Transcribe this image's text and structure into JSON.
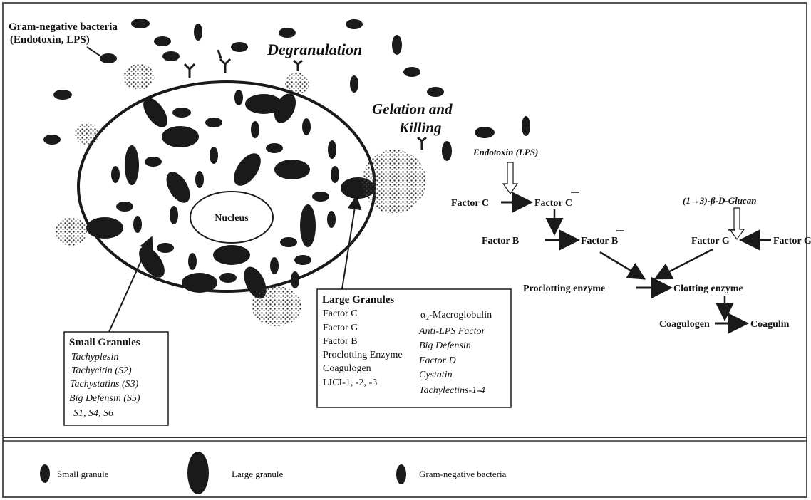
{
  "labels": {
    "bacteria_line1": "Gram-negative bacteria",
    "bacteria_line2": "(Endotoxin, LPS)",
    "degranulation": "Degranulation",
    "gelation_line1": "Gelation and",
    "gelation_line2": "Killing",
    "nucleus": "Nucleus"
  },
  "small_granules": {
    "title": "Small Granules",
    "items": [
      "Tachyplesin",
      "Tachycitin (S2)",
      "Tachystatins (S3)",
      "Big Defensin (S5)",
      "S1, S4, S6"
    ]
  },
  "large_granules": {
    "title": "Large Granules",
    "col1": [
      "Factor C",
      "Factor G",
      "Factor B",
      "Proclotting Enzyme",
      "Coagulogen",
      "LICI-1, -2, -3"
    ],
    "col2": [
      "α₂-Macroglobulin",
      "Anti-LPS Factor",
      "Big Defensin",
      "Factor D",
      "Cystatin",
      "Tachylectins-1-4"
    ]
  },
  "cascade": {
    "endotoxin": "Endotoxin (LPS)",
    "glucan": "(1→3)-β-D-Glucan",
    "factor_c": "Factor C",
    "factor_c_active": "Factor C",
    "factor_b": "Factor B",
    "factor_b_active": "Factor B",
    "factor_g_active": "Factor G",
    "factor_g": "Factor G",
    "proclotting": "Proclotting enzyme",
    "clotting": "Clotting enzyme",
    "coagulogen": "Coagulogen",
    "coagulin": "Coagulin"
  },
  "legend": {
    "small": "Small granule",
    "large": "Large granule",
    "bacteria": "Gram-negative bacteria"
  },
  "colors": {
    "ink": "#1a1a1a",
    "paper": "#ffffff",
    "border": "#555555"
  }
}
